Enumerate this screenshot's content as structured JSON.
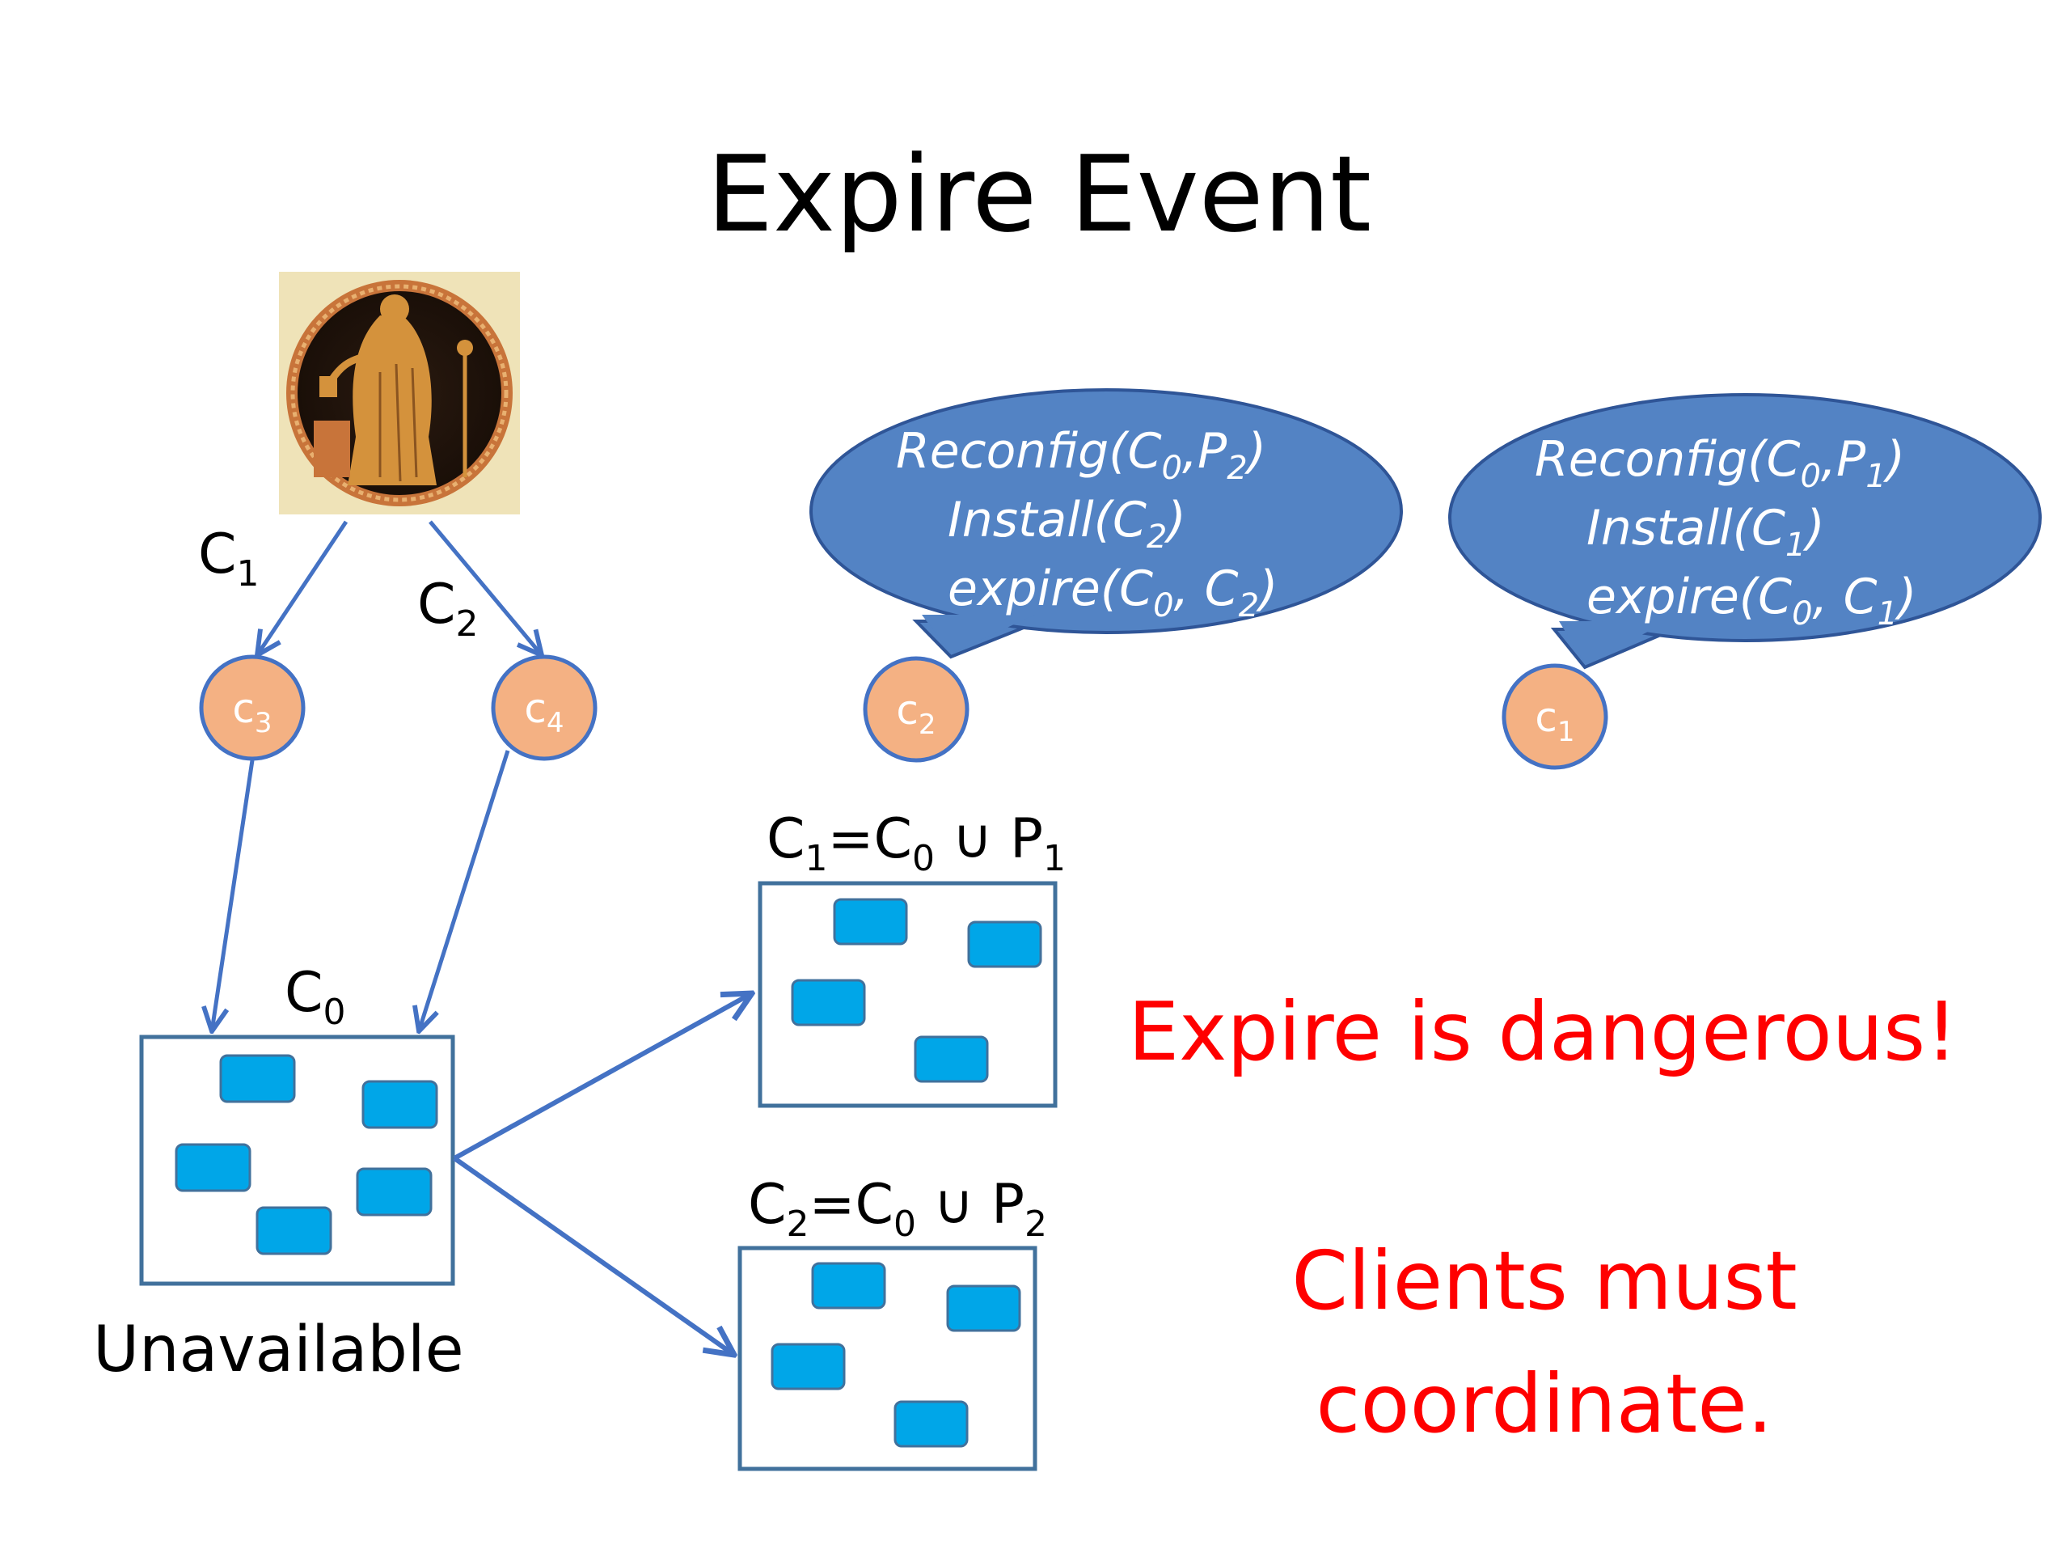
{
  "title": "Expire Event",
  "oracle_label_left": {
    "base": "C",
    "sub": "1"
  },
  "oracle_label_right": {
    "base": "C",
    "sub": "2"
  },
  "clients": [
    {
      "base": "c",
      "sub": "3"
    },
    {
      "base": "c",
      "sub": "4"
    },
    {
      "base": "c",
      "sub": "2"
    },
    {
      "base": "c",
      "sub": "1"
    }
  ],
  "bubbles": [
    {
      "line1": {
        "a": "Reconfig(C",
        "s1": "0",
        "b": ",P",
        "s2": "2",
        "c": ")"
      },
      "line2": {
        "a": "Install(C",
        "s1": "2",
        "b": ")"
      },
      "line3": {
        "a": "expire(C",
        "s1": "0",
        "b": ", C",
        "s2": "2",
        "c": ")"
      }
    },
    {
      "line1": {
        "a": "Reconfig(C",
        "s1": "0",
        "b": ",P",
        "s2": "1",
        "c": ")"
      },
      "line2": {
        "a": "Install(C",
        "s1": "1",
        "b": ")"
      },
      "line3": {
        "a": "expire(C",
        "s1": "0",
        "b": ", C",
        "s2": "1",
        "c": ")"
      }
    }
  ],
  "config_c0_label": {
    "base": "C",
    "sub": "0"
  },
  "config_c0_status": "Unavailable",
  "config_c1_label": {
    "a": "C",
    "s1": "1",
    "b": "=C",
    "s2": "0",
    "u": " ∪ ",
    "c": "P",
    "s3": "1"
  },
  "config_c2_label": {
    "a": "C",
    "s1": "2",
    "b": "=C",
    "s2": "0",
    "u": " ∪ ",
    "c": "P",
    "s3": "2"
  },
  "warning_1": "Expire is dangerous!",
  "warning_2_line1": "Clients must",
  "warning_2_line2": "coordinate.",
  "colors": {
    "arrow": "#4472C4",
    "box_border": "#41719C",
    "server_fill": "#00A6E8",
    "client_fill": "#F4B183",
    "client_border": "#4472C4",
    "bubble_fill": "#5383C4",
    "bubble_border": "#2F5597",
    "warning": "#FF0000"
  }
}
